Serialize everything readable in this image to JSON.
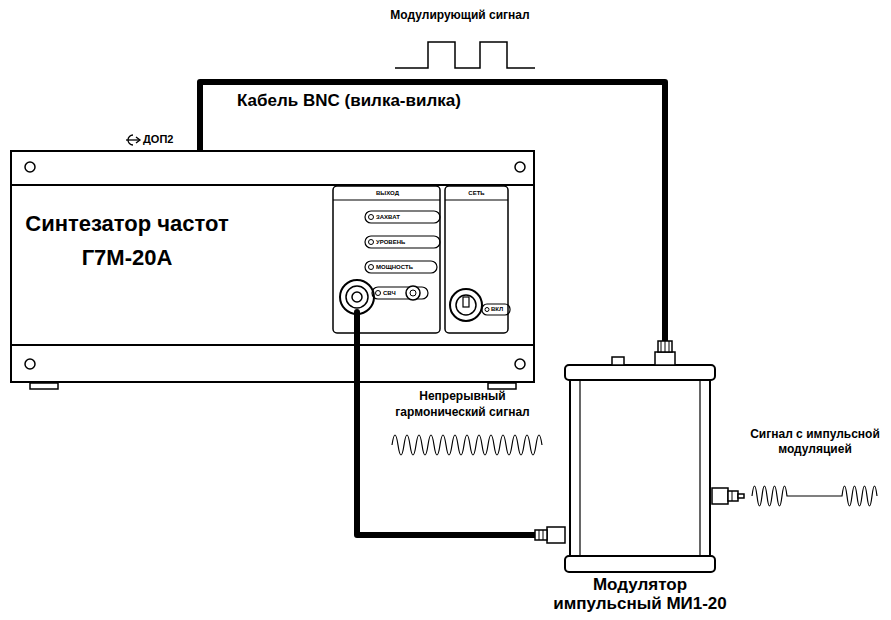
{
  "diagram": {
    "nodes": [
      {
        "text": [
          "Синтезатор частот Г7М-20А"
        ]
      },
      {
        "text": [
          "Модулятор импульсный МИ1-20"
        ]
      }
    ],
    "edges": [
      {
        "from": 0,
        "to": 1,
        "arrow": "none",
        "label": "Кабель BNC (вилка-вилка)"
      },
      {
        "from": 0,
        "to": 1,
        "arrow": "none"
      }
    ],
    "labels": [
      "Модулирующий сигнал",
      "ДОП2",
      "ВЫХОД",
      "СЕТЬ",
      "ЗАХВАТ",
      "УРОВЕНЬ",
      "МОЩНОСТЬ",
      "СВЧ",
      "ВКЛ",
      "Непрерывный гармонический сигнал",
      "Сигнал с импульсной модуляцией"
    ]
  }
}
